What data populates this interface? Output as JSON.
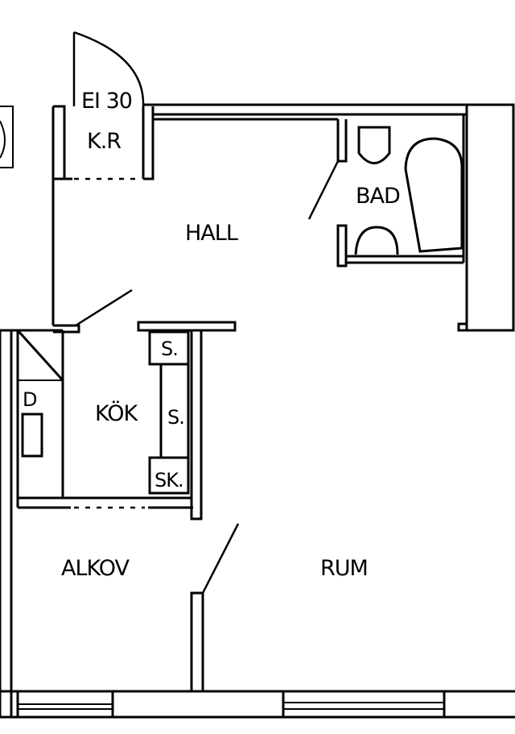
{
  "rooms": {
    "kr": "K.R",
    "hall": "HALL",
    "bad": "BAD",
    "kok": "KÖK",
    "alkov": "ALKOV",
    "rum": "RUM"
  },
  "door_rating": "EI 30",
  "storage": {
    "s1": "S.",
    "s2": "S.",
    "sk": "SK."
  },
  "appliances": {
    "dishwasher": "D"
  }
}
